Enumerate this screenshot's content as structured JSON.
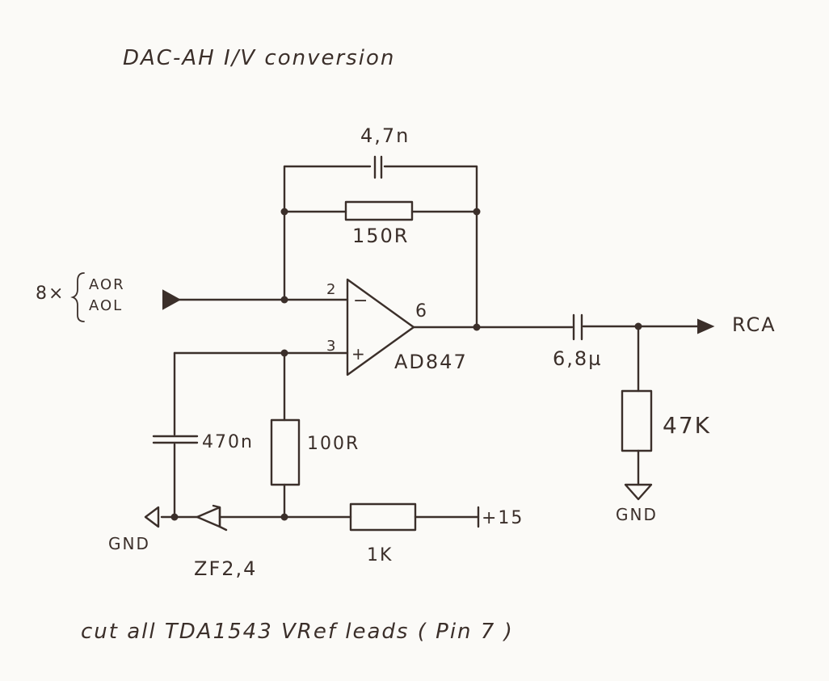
{
  "diagram": {
    "title": "DAC-AH   I/V conversion",
    "footer": "cut  all  TDA1543  VRef  leads  ( Pin  7 )",
    "feedback_capacitor": "4,7n",
    "feedback_resistor": "150R",
    "input_multiplier": "8×",
    "input_labels": [
      "AOR",
      "AOL"
    ],
    "opamp": {
      "name": "AD847",
      "pin_inverting": "2",
      "pin_noninverting": "3",
      "pin_output": "6",
      "minus_sign": "−",
      "plus_sign": "+"
    },
    "output_capacitor": "6,8µ",
    "output_label": "RCA",
    "load_resistor": "47K",
    "gnd_right": "GND",
    "gnd_left": "GND",
    "bypass_capacitor": "470n",
    "bias_resistor": "100R",
    "zener": "ZF2,4",
    "supply_resistor": "1K",
    "supply": "+15"
  }
}
